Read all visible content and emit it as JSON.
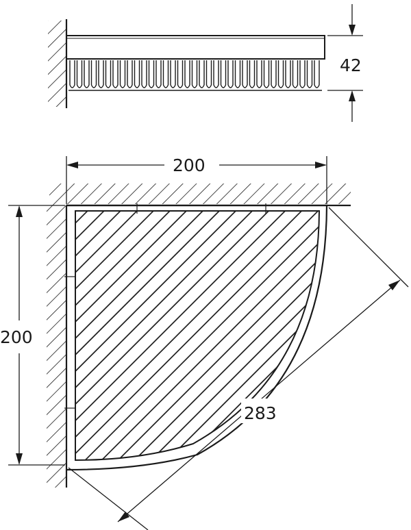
{
  "drawing": {
    "dimensions": {
      "height": "42",
      "width": "200",
      "depth": "200",
      "diagonal": "283"
    }
  }
}
